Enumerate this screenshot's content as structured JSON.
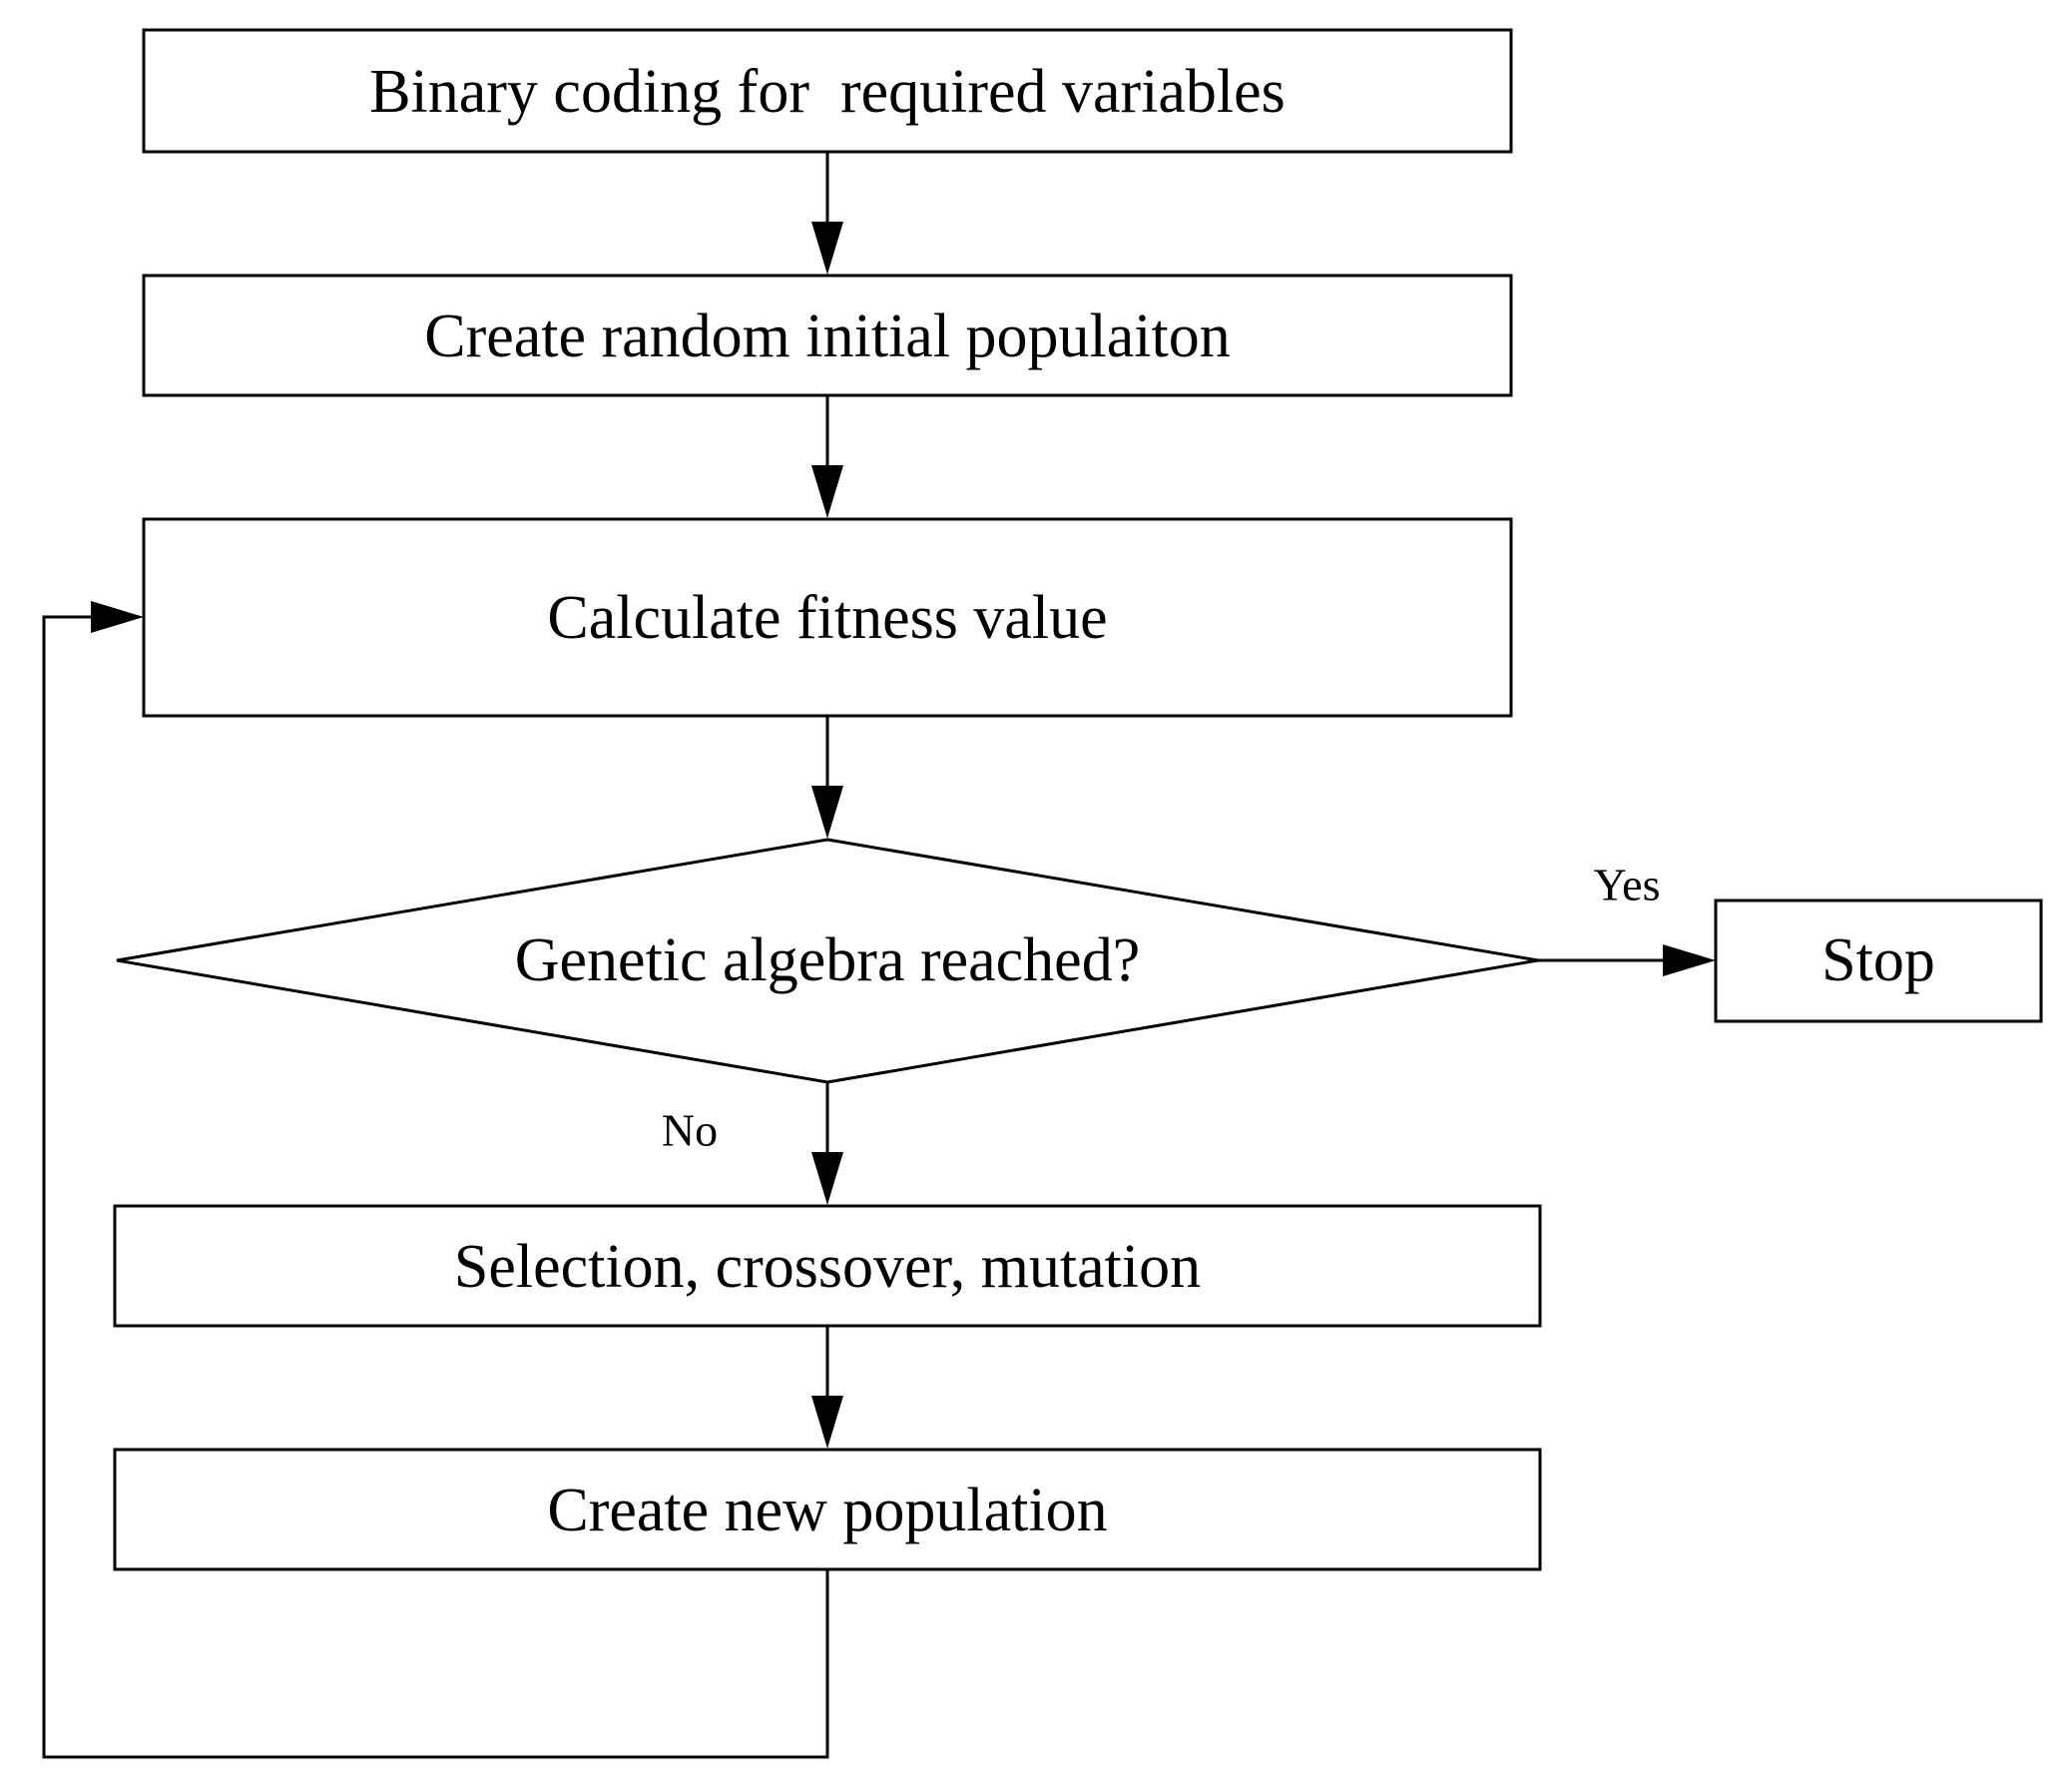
{
  "nodes": {
    "binary_coding": "Binary coding for  required variables",
    "create_initial": "Create random initial populaiton",
    "calculate_fitness": "Calculate fitness value",
    "decision": "Genetic algebra reached?",
    "stop": "Stop",
    "selection": "Selection, crossover, mutation",
    "create_new": "Create new population"
  },
  "edges": {
    "yes_label": "Yes",
    "no_label": "No"
  }
}
